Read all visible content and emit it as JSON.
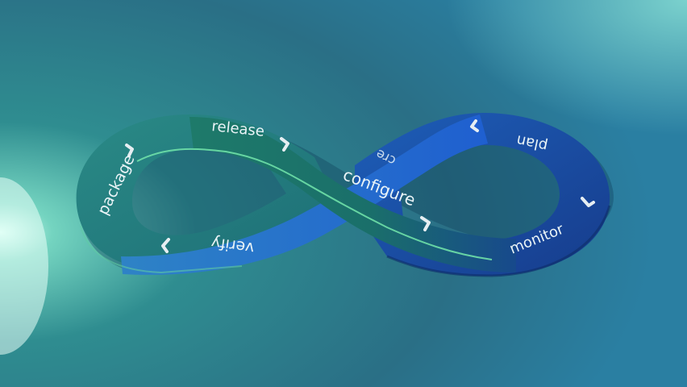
{
  "diagram": {
    "type": "devops-infinity-loop",
    "stages": [
      {
        "id": "plan",
        "label": "plan"
      },
      {
        "id": "create",
        "label": "cre"
      },
      {
        "id": "verify",
        "label": "verify"
      },
      {
        "id": "package",
        "label": "package"
      },
      {
        "id": "release",
        "label": "release"
      },
      {
        "id": "configure",
        "label": "configure"
      },
      {
        "id": "monitor",
        "label": "monitor"
      }
    ],
    "colors": {
      "background": "#2d7a8a",
      "glow": "#bff7ea",
      "teal_band": "#1f7b76",
      "blue_band": "#1b4fa0",
      "bright_blue": "#1f78d6",
      "edge_highlight": "#6fe0a8",
      "chevron": "#e6eef2",
      "label": "#eaf4f7"
    }
  }
}
